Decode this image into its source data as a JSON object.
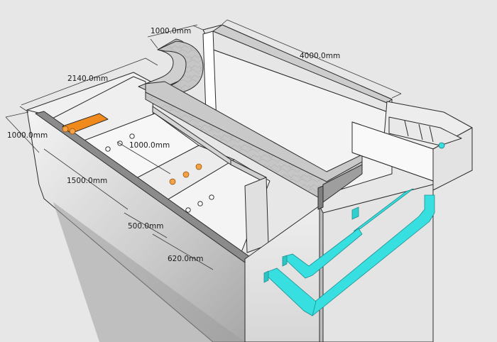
{
  "model": {
    "dimensions": [
      {
        "id": "top-width",
        "text": "1000.0mm"
      },
      {
        "id": "long-length",
        "text": "4000.0mm"
      },
      {
        "id": "side-width",
        "text": "2140.0mm"
      },
      {
        "id": "left-depth",
        "text": "1000.0mm"
      },
      {
        "id": "inner-width",
        "text": "1000.0mm"
      },
      {
        "id": "inner-length",
        "text": "1500.0mm"
      },
      {
        "id": "chamber-gap",
        "text": "500.0mm"
      },
      {
        "id": "front-offset",
        "text": "620.0mm"
      }
    ]
  },
  "colors": {
    "background": "#e7e7e7",
    "wall-light": "#f2f2f2",
    "wall-mid": "#d9d9d9",
    "wall-dark": "#a9a9a9",
    "concrete": "#c3c3c3",
    "pipe": "#37dfe0",
    "fitting": "#f08a1c"
  }
}
